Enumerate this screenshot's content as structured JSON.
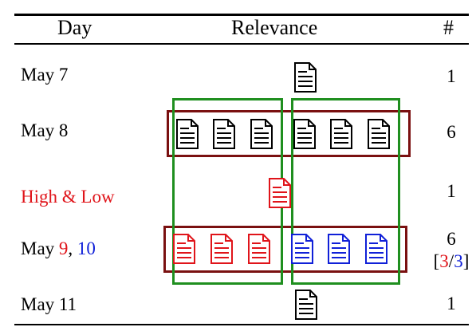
{
  "header": {
    "day": "Day",
    "relevance": "Relevance",
    "count": "#"
  },
  "rows": [
    {
      "day": "May 7",
      "count": "1"
    },
    {
      "day": "May 8",
      "count": "6"
    },
    {
      "day": "High & Low",
      "count": "1"
    },
    {
      "day_prefix": "May ",
      "day_a": "9",
      "day_sep": ", ",
      "day_b": "10",
      "count": "6",
      "split_open": "[",
      "split_a": "3",
      "split_slash": "/",
      "split_b": "3",
      "split_close": "]"
    },
    {
      "day": "May 11",
      "count": "1"
    }
  ],
  "colors": {
    "black": "#000000",
    "red": "#e0141a",
    "blue": "#1020d8",
    "maroon": "#7a1010",
    "green": "#1f8f1f"
  },
  "icons": [
    "document-icon"
  ]
}
